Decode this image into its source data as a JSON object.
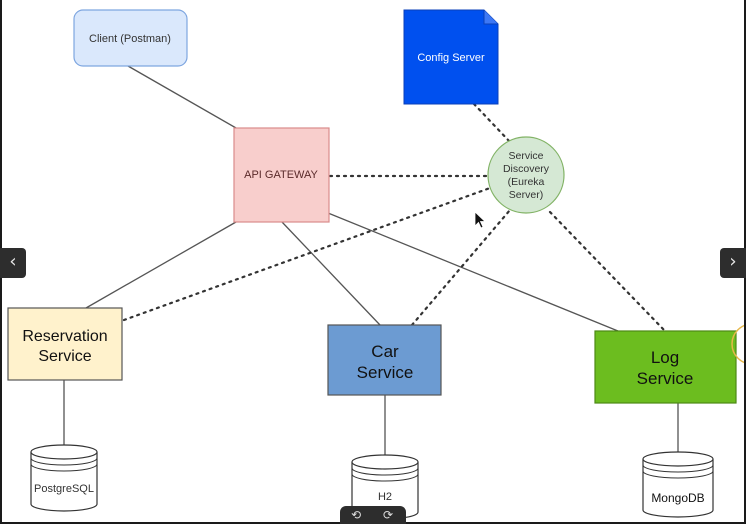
{
  "nodes": {
    "client": "Client (Postman)",
    "config": "Config Server",
    "gateway": "API GATEWAY",
    "discovery": [
      "Service",
      "Discovery",
      "(Eureka",
      "Server)"
    ],
    "reservation": [
      "Reservation",
      "Service"
    ],
    "car": [
      "Car",
      "Service"
    ],
    "log": [
      "Log",
      "Service"
    ],
    "postgres": "PostgreSQL",
    "h2": "H2",
    "mongo": "MongoDB"
  },
  "controls": {
    "prev": "‹",
    "next": "›",
    "rewind": "⟲",
    "forward": "⟳"
  },
  "colors": {
    "client_fill": "#dae8fc",
    "client_stroke": "#7ea6e0",
    "config_fill": "#0050ef",
    "gateway_fill": "#f8cecc",
    "gateway_stroke": "#d98b8b",
    "discovery_fill": "#d5e8d4",
    "discovery_stroke": "#82b366",
    "reservation_fill": "#fff2cc",
    "car_fill": "#6c9bd2",
    "log_fill": "#6cbd1f"
  }
}
